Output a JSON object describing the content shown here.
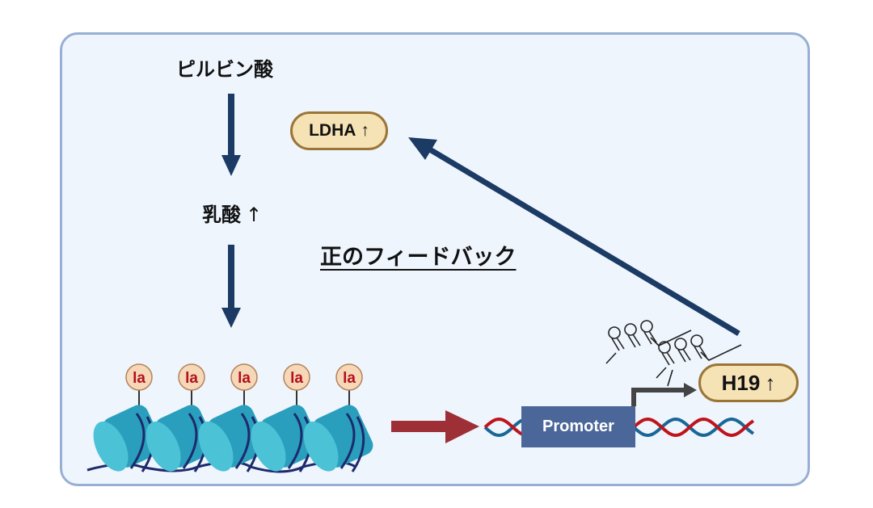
{
  "diagram": {
    "pyruvate_label": "ピルビン酸",
    "lactate_label": "乳酸",
    "lactate_trend": "↑",
    "feedback_label": "正のフィードバック",
    "ldha": {
      "name": "LDHA",
      "trend": "↑"
    },
    "h19": {
      "name": "H19",
      "trend": "↑"
    },
    "promoter_label": "Promoter",
    "lactylation_marks": [
      "la",
      "la",
      "la",
      "la",
      "la"
    ],
    "colors": {
      "background": "#eef5fd",
      "border": "#98afd4",
      "flow_arrow": "#1b3a64",
      "activation_arrow": "#9e2f36",
      "pill_fill": "#f5e2b5",
      "pill_border": "#9a7536",
      "promoter": "#4b6799",
      "nucleosome": "#3bb8cf",
      "dna_red": "#c0141c",
      "dna_blue": "#1a6696"
    }
  }
}
